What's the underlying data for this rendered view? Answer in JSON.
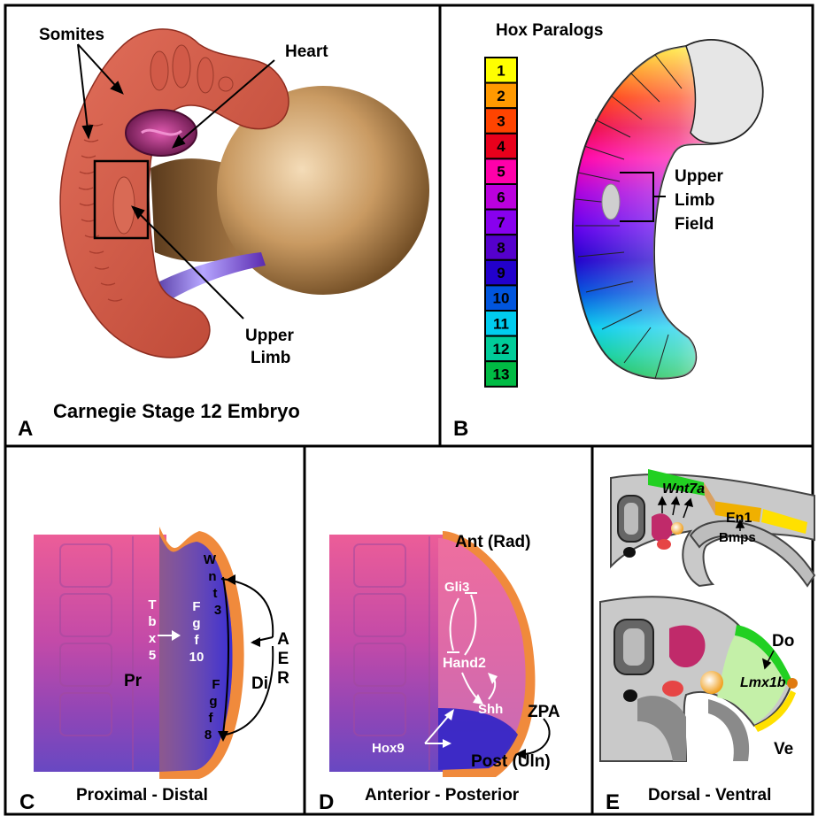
{
  "panelA": {
    "letter": "A",
    "title": "Carnegie Stage 12 Embryo",
    "somites_label": "Somites",
    "heart_label": "Heart",
    "limb_label_1": "Upper",
    "limb_label_2": "Limb"
  },
  "panelB": {
    "letter": "B",
    "title": "Hox Paralogs",
    "paralogs": [
      "1",
      "2",
      "3",
      "4",
      "5",
      "6",
      "7",
      "8",
      "9",
      "10",
      "11",
      "12",
      "13"
    ],
    "paralog_colors": [
      "#ffff00",
      "#ff9900",
      "#ff4400",
      "#e8001c",
      "#ff00aa",
      "#bb00dd",
      "#8800ee",
      "#5500cc",
      "#2200cc",
      "#0055dd",
      "#00ccee",
      "#00cc99",
      "#00bb44"
    ],
    "field_label_1": "Upper",
    "field_label_2": "Limb",
    "field_label_3": "Field"
  },
  "panelC": {
    "letter": "C",
    "caption": "Proximal - Distal",
    "tbx5": [
      "T",
      "b",
      "x",
      "5"
    ],
    "fgf10": [
      "F",
      "g",
      "f",
      "10"
    ],
    "wnt3": [
      "W",
      "n",
      "t",
      "3"
    ],
    "fgf8": [
      "F",
      "g",
      "f",
      "8"
    ],
    "aer": [
      "A",
      "E",
      "R"
    ],
    "pr": "Pr",
    "di": "Di"
  },
  "panelD": {
    "letter": "D",
    "caption": "Anterior - Posterior",
    "ant": "Ant (Rad)",
    "post": "Post (Uln)",
    "gli3": "Gli3",
    "hand2": "Hand2",
    "shh": "Shh",
    "hox9": "Hox9",
    "zpa": "ZPA"
  },
  "panelE": {
    "letter": "E",
    "caption": "Dorsal - Ventral",
    "wnt7a": "Wnt7a",
    "en1": "En1",
    "bmps": "Bmps",
    "do": "Do",
    "lmx1b": "Lmx1b",
    "ve": "Ve"
  }
}
